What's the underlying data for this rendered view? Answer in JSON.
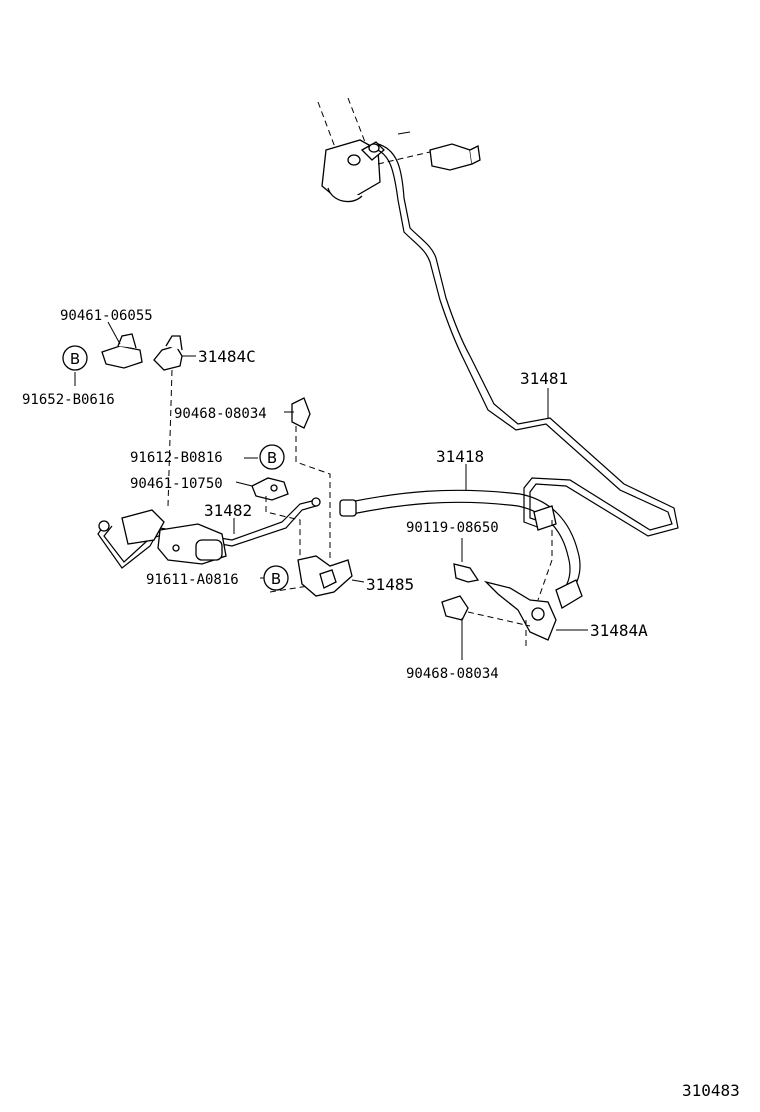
{
  "diagram": {
    "figure_number": "310483",
    "part_labels": {
      "p90461_06055": "90461-06055",
      "p31484C": "31484C",
      "p91652_B0616": "91652-B0616",
      "p90468_08034_top": "90468-08034",
      "p91612_B0816": "91612-B0816",
      "p90461_10750": "90461-10750",
      "p31482": "31482",
      "p91611_A0816": "91611-A0816",
      "p31485": "31485",
      "p31481": "31481",
      "p31418": "31418",
      "p90119_08650": "90119-08650",
      "p31484A": "31484A",
      "p90468_08034_bottom": "90468-08034"
    },
    "symbol_b": "B"
  }
}
